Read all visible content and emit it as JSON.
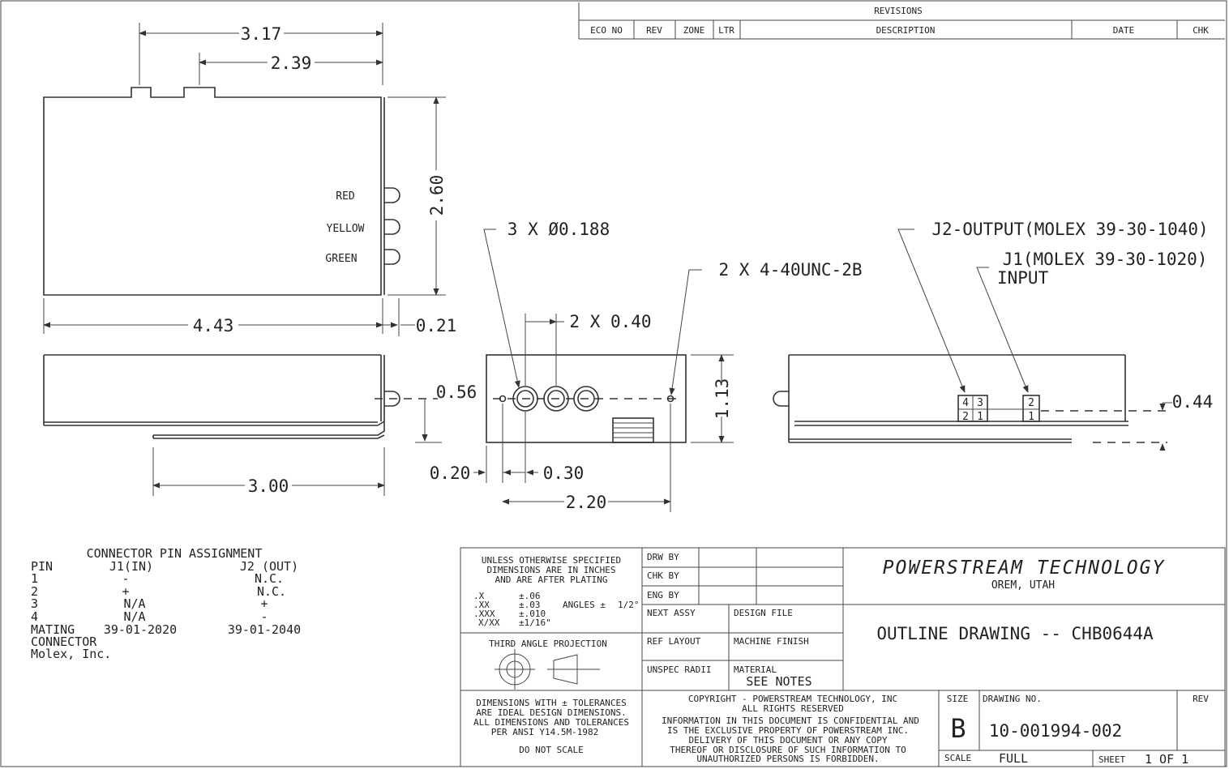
{
  "revisions": {
    "title": "REVISIONS",
    "columns": [
      "ECO NO",
      "REV",
      "ZONE",
      "LTR",
      "DESCRIPTION",
      "DATE",
      "CHK"
    ]
  },
  "top_view": {
    "dim_overall_width": "3.17",
    "dim_second_width": "2.39",
    "dim_height": "2.60",
    "dim_length": "4.43",
    "dim_led_offset": "0.21",
    "leds": [
      "RED",
      "YELLOW",
      "GREEN"
    ]
  },
  "side_view": {
    "dim_flange": "3.00",
    "dim_led_height": "0.56"
  },
  "end_view": {
    "holes": "3 X Ø0.188",
    "threads": "2 X 4-40UNC-2B",
    "hole_spacing": "2 X 0.40",
    "dim_height": "1.13",
    "dim_a": "0.20",
    "dim_b": "0.30",
    "dim_width": "2.20"
  },
  "connector_view": {
    "j2_label": "J2-OUTPUT(MOLEX 39-30-1040)",
    "j1_label": "J1(MOLEX 39-30-1020)",
    "j1_sub": "INPUT",
    "dim_height": "0.44",
    "j2_pins": [
      "4",
      "3",
      "2",
      "1"
    ],
    "j1_pins": [
      "2",
      "1"
    ]
  },
  "pin_table": {
    "title": "CONNECTOR PIN ASSIGNMENT",
    "headers": [
      "PIN",
      "J1(IN)",
      "J2 (OUT)"
    ],
    "rows": [
      [
        "1",
        "-",
        "N.C."
      ],
      [
        "2",
        "+",
        "N.C."
      ],
      [
        "3",
        "N/A",
        "+"
      ],
      [
        "4",
        "N/A",
        "-"
      ]
    ],
    "mating_label": "MATING",
    "connector_label": "CONNECTOR",
    "maker": "Molex, Inc.",
    "mating_j1": "39-01-2020",
    "mating_j2": "39-01-2040"
  },
  "title_block": {
    "unless_lines": [
      "UNLESS OTHERWISE SPECIFIED",
      "DIMENSIONS ARE IN INCHES",
      "AND ARE AFTER PLATING"
    ],
    "tol_x": ".X",
    "tol_x_val": "±.06",
    "tol_xx": ".XX",
    "tol_xx_val": "±.03",
    "tol_xxx": ".XXX",
    "tol_xxx_val": "±.010",
    "tol_frac": "X/XX",
    "tol_frac_val": "±1/16\"",
    "angles": "ANGLES ±",
    "angles_val": "1/2°",
    "projection": "THIRD ANGLE PROJECTION",
    "dim_notes": [
      "DIMENSIONS WITH ± TOLERANCES",
      "ARE IDEAL DESIGN DIMENSIONS.",
      "ALL DIMENSIONS AND TOLERANCES",
      "PER ANSI Y14.5M-1982"
    ],
    "do_not_scale": "DO NOT SCALE",
    "drw_by": "DRW BY",
    "chk_by": "CHK BY",
    "eng_by": "ENG BY",
    "next_assy": "NEXT ASSY",
    "design_file": "DESIGN FILE",
    "ref_layout": "REF LAYOUT",
    "machine_finish": "MACHINE FINISH",
    "unspec_radii": "UNSPEC RADII",
    "material": "MATERIAL",
    "material_val": "SEE NOTES",
    "company": "POWERSTREAM TECHNOLOGY",
    "location": "OREM, UTAH",
    "drawing_title": "OUTLINE DRAWING -- CHB0644A",
    "copyright_lines": [
      "COPYRIGHT - POWERSTREAM TECHNOLOGY, INC",
      "ALL RIGHTS RESERVED",
      "INFORMATION IN THIS DOCUMENT IS CONFIDENTIAL AND",
      "IS THE EXCLUSIVE PROPERTY OF POWERSTREAM INC.",
      "DELIVERY OF THIS DOCUMENT OR ANY COPY",
      "THEREOF OR DISCLOSURE OF SUCH INFORMATION TO",
      "UNAUTHORIZED PERSONS IS FORBIDDEN."
    ],
    "size_label": "SIZE",
    "size_val": "B",
    "drawing_no_label": "DRAWING NO.",
    "drawing_no": "10-001994-002",
    "rev_label": "REV",
    "scale_label": "SCALE",
    "scale_val": "FULL",
    "sheet_label": "SHEET",
    "sheet_val": "1 OF 1"
  }
}
